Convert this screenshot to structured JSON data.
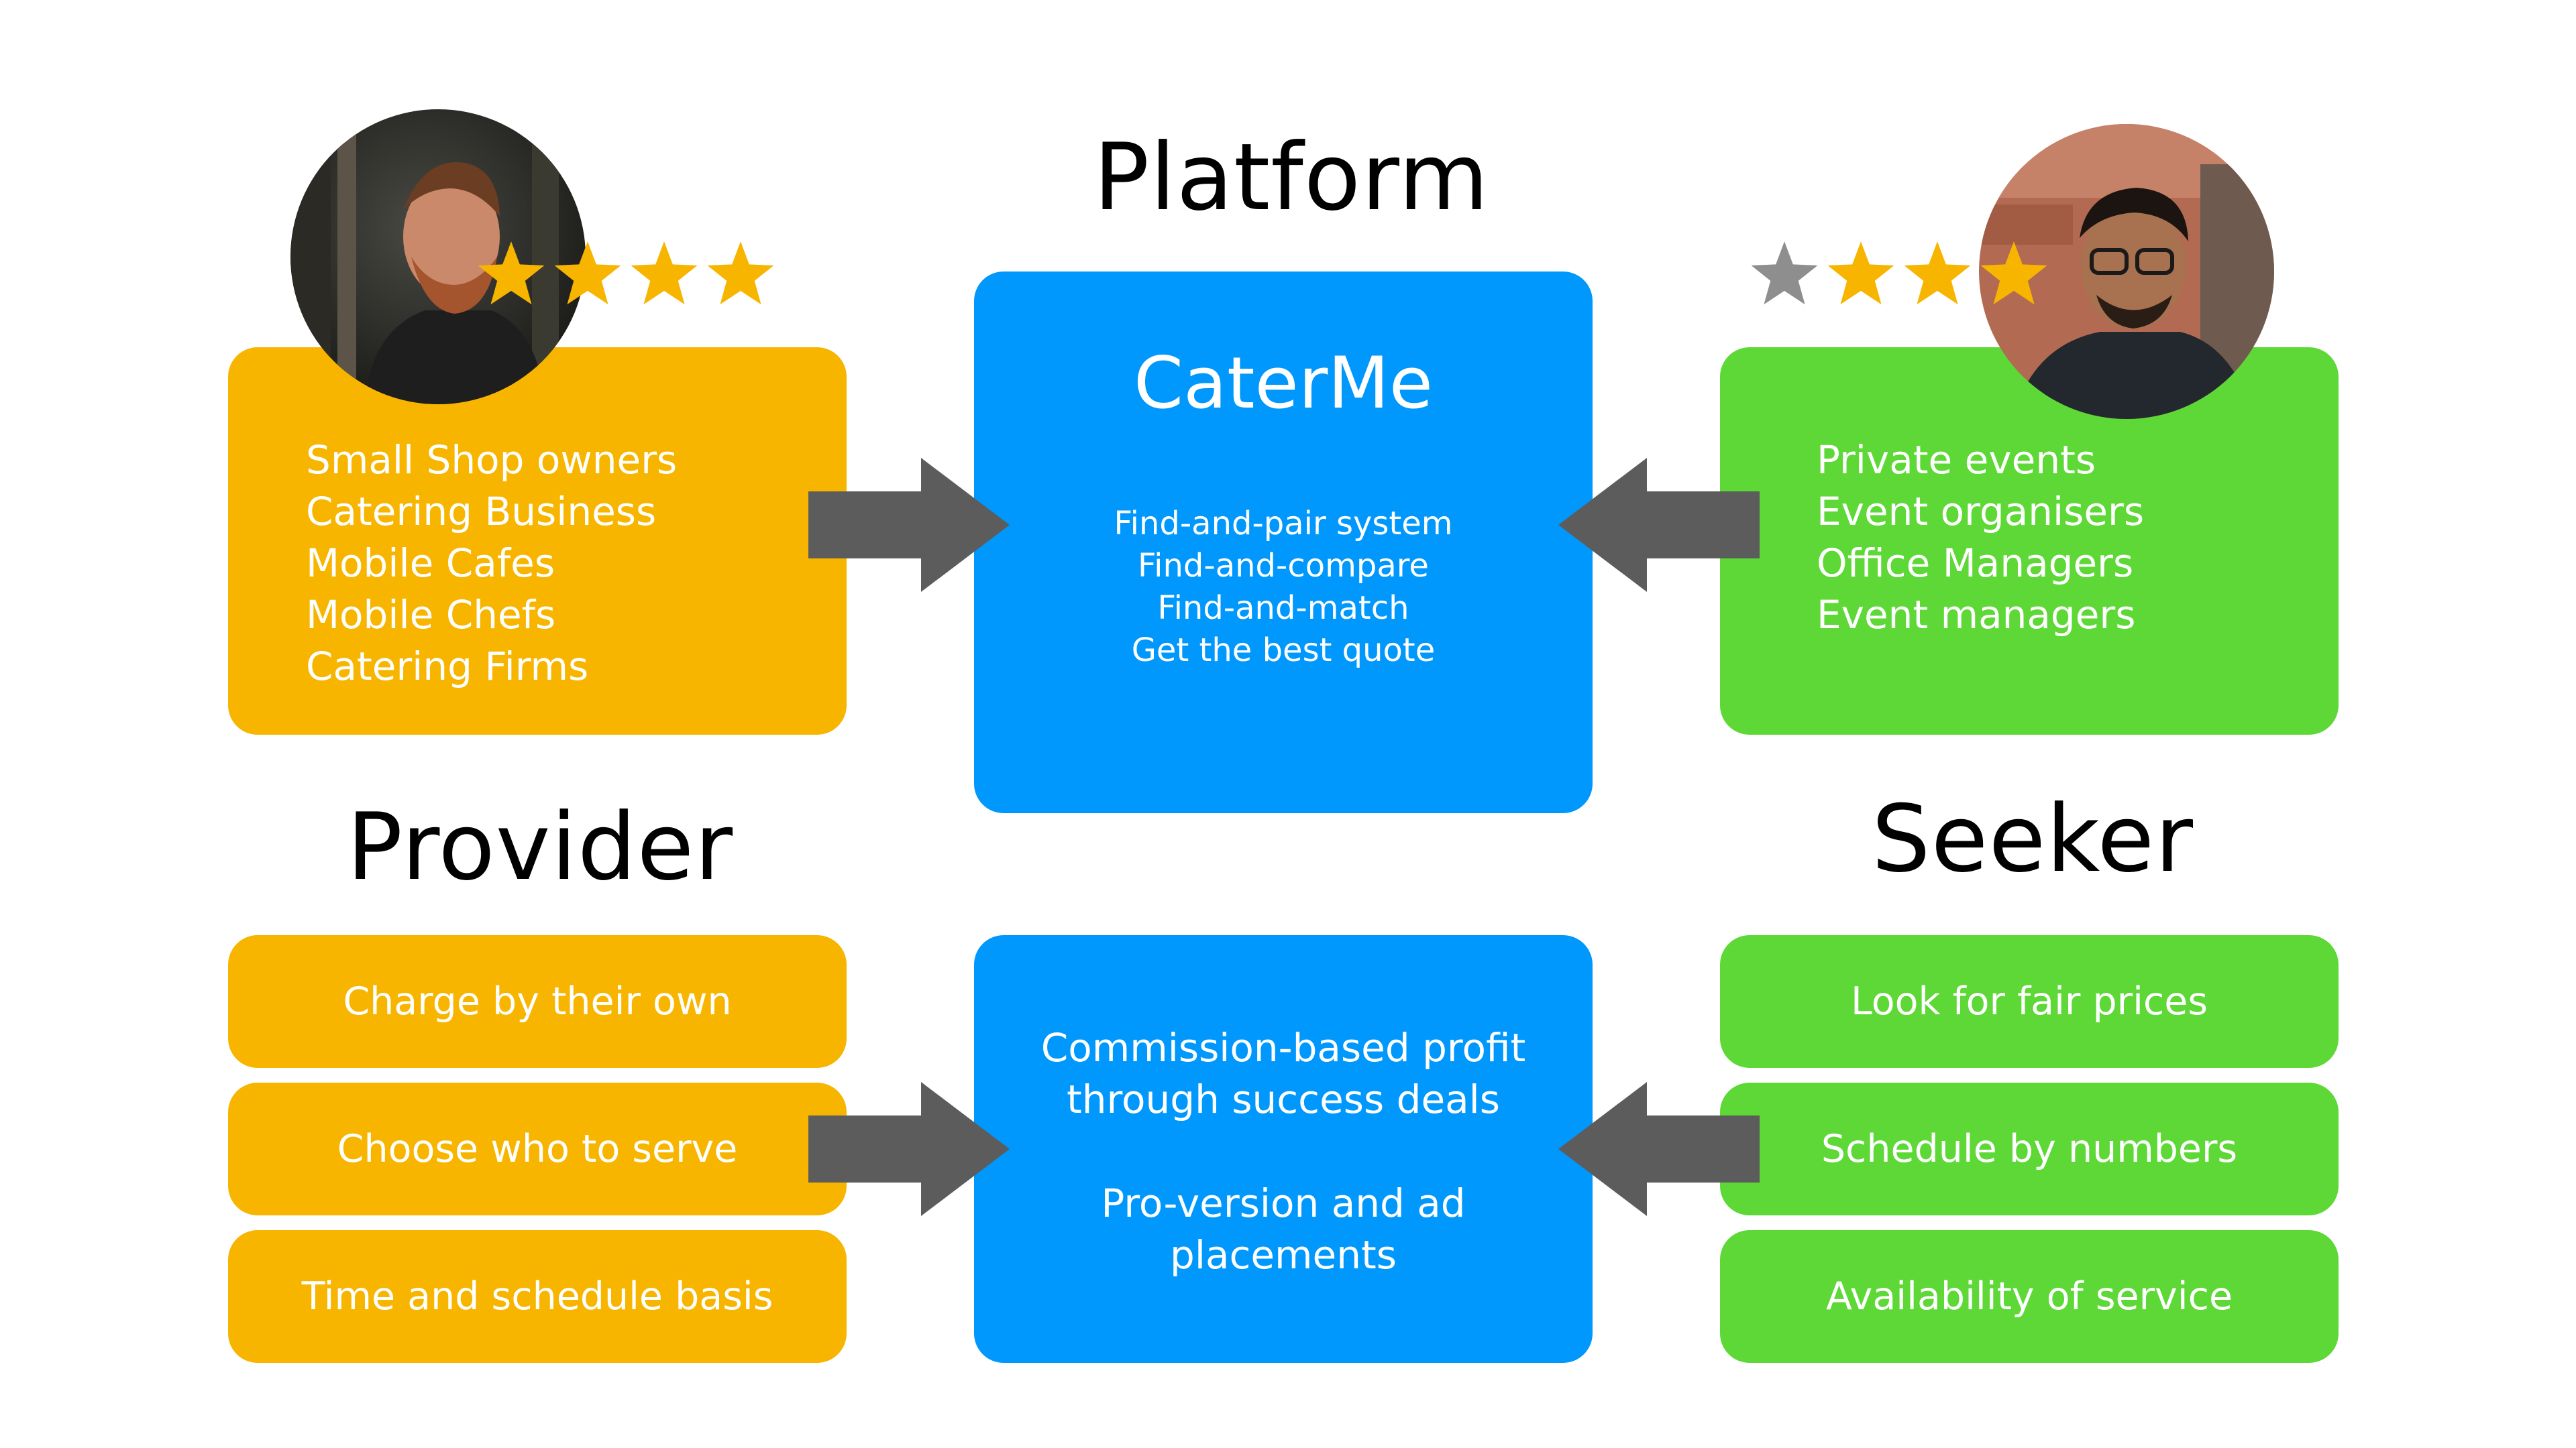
{
  "headings": {
    "platform": "Platform",
    "provider": "Provider",
    "seeker": "Seeker"
  },
  "provider": {
    "rating": 4,
    "types": [
      "Small Shop owners",
      "Catering Business",
      "Mobile Cafes",
      "Mobile Chefs",
      "Catering Firms"
    ],
    "benefits": [
      "Charge by their own",
      "Choose who to serve",
      "Time and schedule basis"
    ]
  },
  "platform": {
    "name": "CaterMe",
    "features": [
      "Find-and-pair system",
      "Find-and-compare",
      "Find-and-match",
      "Get the best quote"
    ],
    "revenue": {
      "line1": "Commission-based profit through success deals",
      "line2": "Pro-version and ad placements"
    }
  },
  "seeker": {
    "rating": 3,
    "types": [
      "Private events",
      "Event organisers",
      "Office Managers",
      "Event managers"
    ],
    "benefits": [
      "Look for fair prices",
      "Schedule by numbers",
      "Availability of service"
    ]
  },
  "colors": {
    "provider": "#F7B500",
    "seeker": "#5DD836",
    "platform": "#0098FC",
    "arrow": "#5C5C5C",
    "star_filled": "#F7B500",
    "star_empty": "#8E8E8E"
  }
}
